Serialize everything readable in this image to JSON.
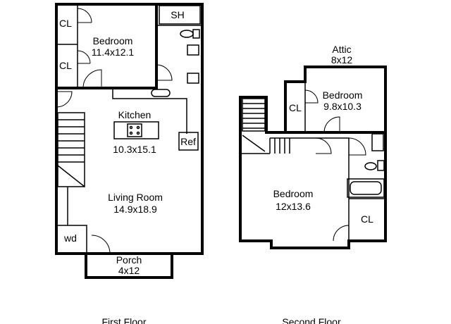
{
  "first_floor": {
    "caption": "First Floor",
    "rooms": {
      "sh": "SH",
      "closet_top": "CL",
      "closet_bottom": "CL",
      "bedroom_name": "Bedroom",
      "bedroom_dims": "11.4x12.1",
      "kitchen_name": "Kitchen",
      "kitchen_dims": "10.3x15.1",
      "ref": "Ref",
      "living_name": "Living Room",
      "living_dims": "14.9x18.9",
      "wd": "wd",
      "porch_name": "Porch",
      "porch_dims": "4x12"
    }
  },
  "second_floor": {
    "caption": "Second Floor",
    "rooms": {
      "attic_name": "Attic",
      "attic_dims": "8x12",
      "bedroom_a_name": "Bedroom",
      "bedroom_a_dims": "9.8x10.3",
      "closet_a": "CL",
      "bedroom_b_name": "Bedroom",
      "bedroom_b_dims": "12x13.6",
      "closet_b": "CL"
    }
  }
}
